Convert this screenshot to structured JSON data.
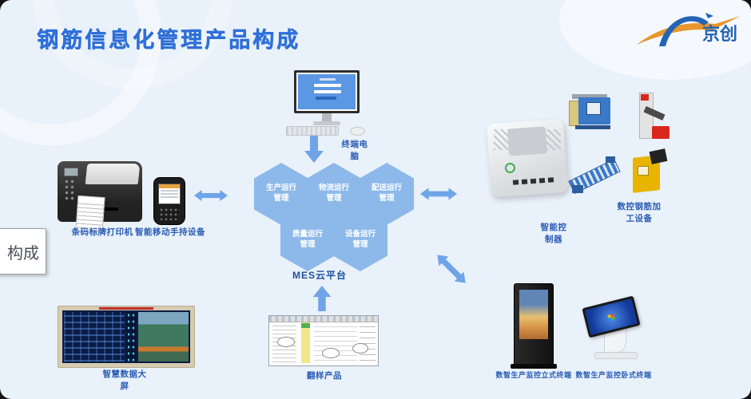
{
  "slide": {
    "title": "钢筋信息化管理产品构成",
    "logo_text": "京创",
    "tooltip_label": "构成"
  },
  "hexagons": {
    "center_label": "MES云平台",
    "items": [
      {
        "label": "生产运行管理"
      },
      {
        "label": "物流运行管理"
      },
      {
        "label": "配送运行管理"
      },
      {
        "label": "质量运行管理"
      },
      {
        "label": "设备运行管理"
      }
    ]
  },
  "nodes": {
    "terminal_pc": "终端电脑",
    "barcode_printer": "条码标牌打印机",
    "handheld": "智能移动手持设备",
    "data_screen": "智慧数据大屏",
    "lofting_product": "翻样产品",
    "controller": "智能控制器",
    "cnc_equipment": "数控钢筋加工设备",
    "kiosk_vertical": "数智生产监控立式终端",
    "kiosk_horizontal": "数智生产监控卧式终端"
  },
  "colors": {
    "background": "#e9f1fa",
    "title": "#2f6fd8",
    "hexagon": "#8db9ea",
    "arrow": "#6fa5e8",
    "label": "#2a5cb4",
    "mes_label": "#1d4e9e",
    "logo_orange": "#e8962e",
    "logo_blue": "#2464b4"
  }
}
